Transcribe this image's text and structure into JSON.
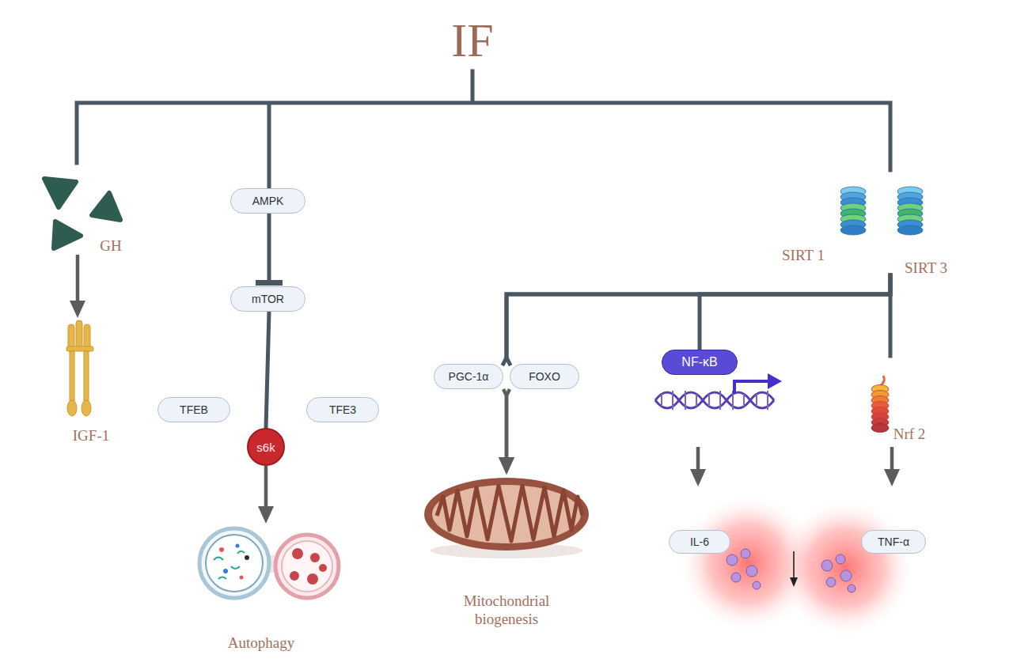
{
  "diagram": {
    "title": "IF",
    "nodes": [
      {
        "text": [
          "GH"
        ]
      },
      {
        "text": [
          "IGF-1"
        ]
      },
      {
        "text": [
          "AMPK"
        ]
      },
      {
        "text": [
          "mTOR"
        ]
      },
      {
        "text": [
          "TFEB"
        ]
      },
      {
        "text": [
          "s6k"
        ]
      },
      {
        "text": [
          "TFE3"
        ]
      },
      {
        "text": [
          "Autophagy"
        ]
      },
      {
        "text": [
          "SIRT 1"
        ]
      },
      {
        "text": [
          "SIRT 3"
        ]
      },
      {
        "text": [
          "PGC-1α"
        ]
      },
      {
        "text": [
          "FOXO"
        ]
      },
      {
        "text": [
          "Mitochondrial biogenesis"
        ]
      },
      {
        "text": [
          "NF-κB"
        ]
      },
      {
        "text": [
          "Nrf 2"
        ]
      },
      {
        "text": [
          "IL-6"
        ]
      },
      {
        "text": [
          "TNF-α"
        ]
      }
    ],
    "edges": [
      {
        "from": 0,
        "to": 1,
        "arrow": "to"
      },
      {
        "from": 2,
        "to": 3,
        "arrow": "to"
      },
      {
        "from": 3,
        "to": 5,
        "arrow": "none"
      },
      {
        "from": 5,
        "to": 7,
        "arrow": "to"
      },
      {
        "from": 9,
        "to": 10,
        "arrow": "none"
      },
      {
        "from": 9,
        "to": 11,
        "arrow": "none"
      },
      {
        "from": 9,
        "to": 13,
        "arrow": "none"
      },
      {
        "from": 9,
        "to": 14,
        "arrow": "none"
      },
      {
        "from": 10,
        "to": 12,
        "arrow": "to"
      },
      {
        "from": 11,
        "to": 12,
        "arrow": "to"
      },
      {
        "from": 13,
        "to": 15,
        "arrow": "to"
      },
      {
        "from": 14,
        "to": 16,
        "arrow": "to"
      }
    ]
  }
}
